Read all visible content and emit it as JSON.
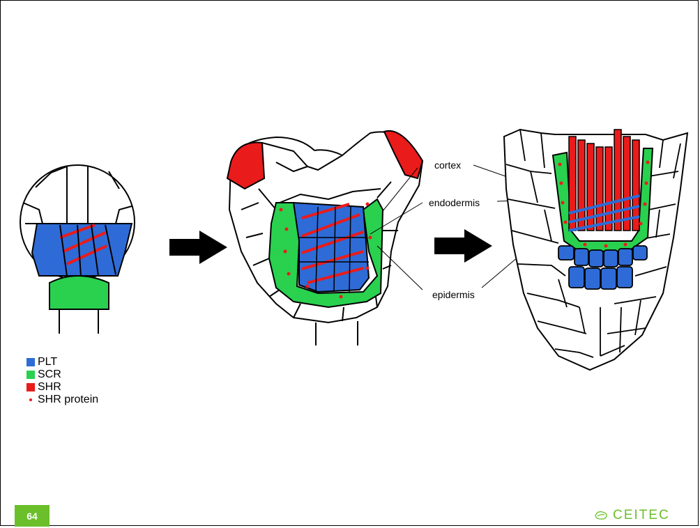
{
  "labels": {
    "cortex": "cortex",
    "endodermis": "endodermis",
    "epidermis": "epidermis"
  },
  "legend": {
    "items": [
      {
        "label": "PLT",
        "color": "#2e6bd6",
        "kind": "square"
      },
      {
        "label": "SCR",
        "color": "#29d14f",
        "kind": "square"
      },
      {
        "label": "SHR",
        "color": "#ea1b1b",
        "kind": "square"
      },
      {
        "label": "SHR protein",
        "color": "#ea1b1b",
        "kind": "dot"
      }
    ]
  },
  "footer": {
    "page_number": "64",
    "badge_color": "#6bbf2a",
    "brand_name": "CEITEC",
    "brand_color": "#6bbf2a",
    "brand_icon": "leaf-outline-icon"
  },
  "colors": {
    "plt": "#2e6bd6",
    "scr": "#29d14f",
    "shr": "#ea1b1b",
    "arrow": "#000000"
  }
}
